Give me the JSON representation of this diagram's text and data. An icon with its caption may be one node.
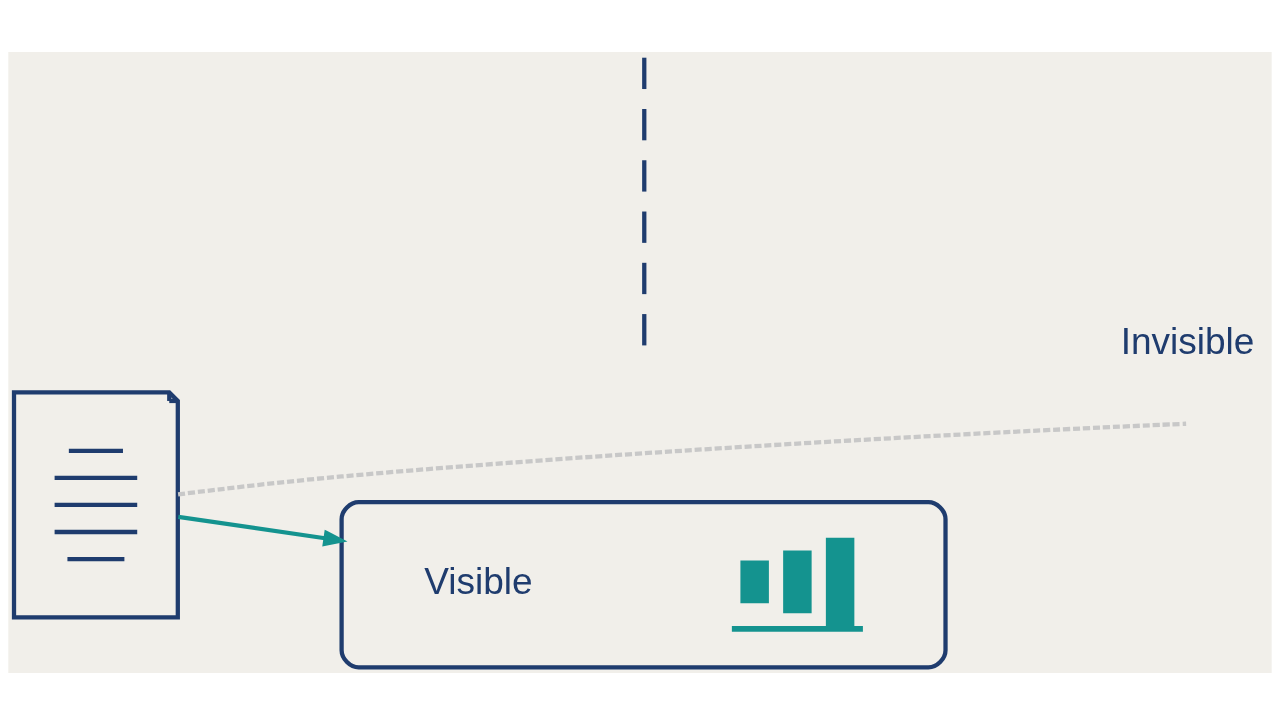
{
  "diagram": {
    "nodes": [
      {
        "text": [],
        "shape": "picture"
      },
      {
        "text": [],
        "shape": "line"
      },
      {
        "text": [
          "Visible"
        ]
      }
    ],
    "edges": [
      {
        "from": 0,
        "to": null,
        "arrow": "none",
        "style": "dashed",
        "color": "#c8c8c8"
      },
      {
        "from": 0,
        "to": 2,
        "arrow": "to",
        "color": "#14938f"
      }
    ],
    "labels": [
      "Invisible"
    ]
  }
}
